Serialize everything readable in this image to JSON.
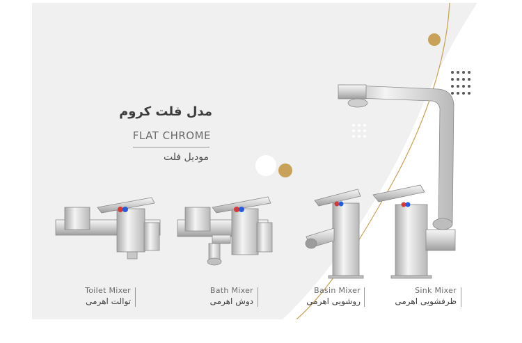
{
  "heading": {
    "title_fa": "مدل فلت کروم",
    "title_en": "FLAT CHROME",
    "subtitle_fa": "مودیل فلت"
  },
  "products": [
    {
      "en": "Toilet Mixer",
      "fa": "توالت اهرمی"
    },
    {
      "en": "Bath Mixer",
      "fa": "دوش اهرمی"
    },
    {
      "en": "Basin Mixer",
      "fa": "روشویی اهرمی"
    },
    {
      "en": "Sink Mixer",
      "fa": "ظرفشویی اهرمی"
    }
  ],
  "colors": {
    "panel_bg": "#f0f0f0",
    "accent_gold": "#c8a15a",
    "chrome": "#d8d8d8",
    "dots": "#5a5a5a"
  }
}
